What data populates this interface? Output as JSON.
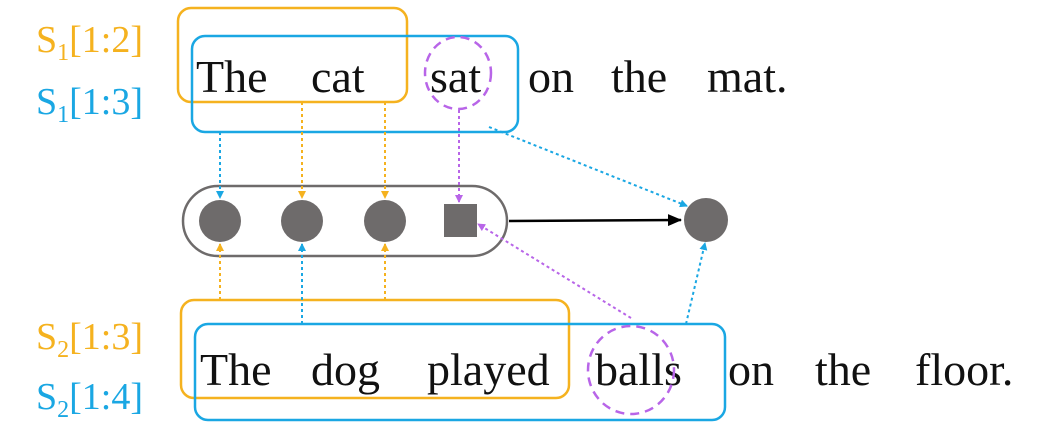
{
  "colors": {
    "orange": "#F5B21F",
    "blue": "#1AA7E3",
    "purple": "#B865E8",
    "node": "#6E6B6B",
    "text": "#111111",
    "pill": "#6E6B6B",
    "arrow": "#000000"
  },
  "labels": {
    "s1_span_a": {
      "base": "S",
      "sub": "1",
      "range": "[1:2]"
    },
    "s1_span_b": {
      "base": "S",
      "sub": "1",
      "range": "[1:3]"
    },
    "s2_span_a": {
      "base": "S",
      "sub": "2",
      "range": "[1:3]"
    },
    "s2_span_b": {
      "base": "S",
      "sub": "2",
      "range": "[1:4]"
    }
  },
  "sentence1": {
    "words": [
      "The",
      "cat",
      "sat",
      "on",
      "the",
      "mat."
    ]
  },
  "sentence2": {
    "words": [
      "The",
      "dog",
      "played",
      "balls",
      "on",
      "the",
      "floor."
    ]
  },
  "nodes": {
    "circle_count": 3,
    "square_count": 1,
    "output_count": 1
  }
}
